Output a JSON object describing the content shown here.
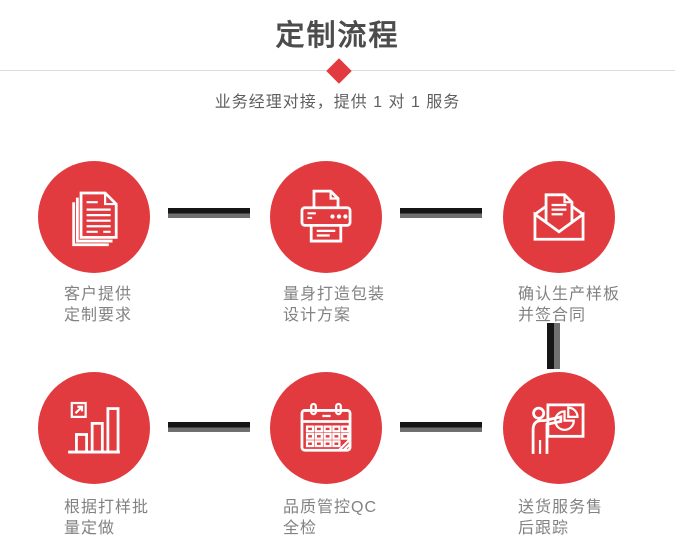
{
  "header": {
    "title": "定制流程",
    "subtitle": "业务经理对接，提供 1 对 1 服务"
  },
  "colors": {
    "accent_red": "#e23b3f",
    "title_gray": "#4c4c4c",
    "subtitle_gray": "#5f5f5f",
    "label_gray": "#828282",
    "connector_dark": "#161616",
    "connector_gray": "#707070",
    "divider_gray": "#dcdcdc"
  },
  "steps": [
    {
      "icon": "documents-icon",
      "label": "客户提供\n定制要求"
    },
    {
      "icon": "printer-icon",
      "label": "量身打造包装\n设计方案"
    },
    {
      "icon": "envelope-icon",
      "label": "确认生产样板\n并签合同"
    },
    {
      "icon": "bar-chart-icon",
      "label": "根据打样批\n量定做"
    },
    {
      "icon": "calendar-icon",
      "label": "品质管控QC\n全检"
    },
    {
      "icon": "presentation-icon",
      "label": "送货服务售\n后跟踪"
    }
  ]
}
